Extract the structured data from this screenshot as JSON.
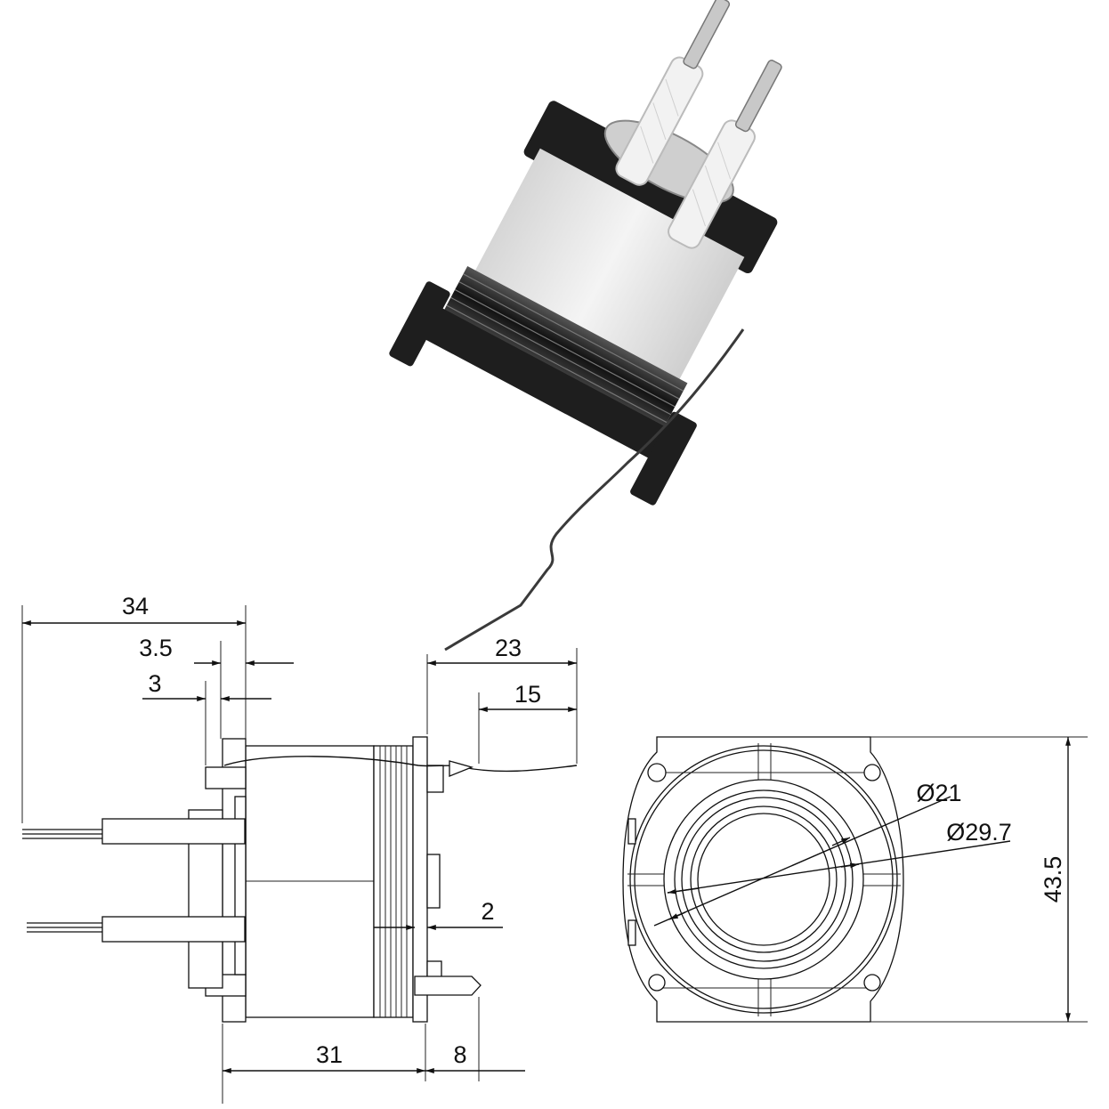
{
  "side_view": {
    "dim_overall_length": "34",
    "dim_flange_3_5": "3.5",
    "dim_flange_3": "3",
    "dim_lead_23": "23",
    "dim_lead_15": "15",
    "dim_gap_2": "2",
    "dim_body_31": "31",
    "dim_pin_8": "8"
  },
  "front_view": {
    "dim_inner_diameter": "Ø21",
    "dim_outer_diameter": "Ø29.7",
    "dim_height": "43.5"
  },
  "colors": {
    "line": "#111111",
    "coil_body": "#e8e8e8",
    "plastic": "#222222",
    "wire": "#3a3a3a",
    "sleeve": "#f2f2f2",
    "terminal": "#c8c8c8"
  }
}
